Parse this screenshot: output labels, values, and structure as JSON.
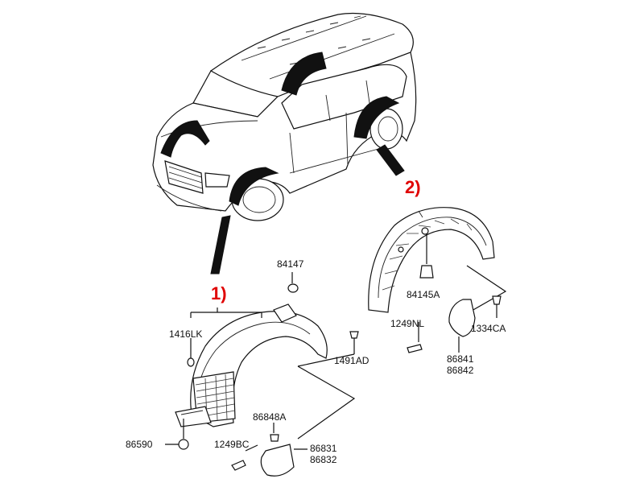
{
  "callouts": {
    "front": "1)",
    "rear": "2)"
  },
  "colors": {
    "callout": "#e00000",
    "line": "#111111",
    "background": "#ffffff"
  },
  "labels": {
    "p84147": "84147",
    "p1416LK": "1416LK",
    "p1491AD": "1491AD",
    "p86848A": "86848A",
    "p86590": "86590",
    "p1249BC": "1249BC",
    "p86831": "86831",
    "p86832": "86832",
    "p84145A": "84145A",
    "p1249NL": "1249NL",
    "p1334CA": "1334CA",
    "p86841": "86841",
    "p86842": "86842"
  }
}
